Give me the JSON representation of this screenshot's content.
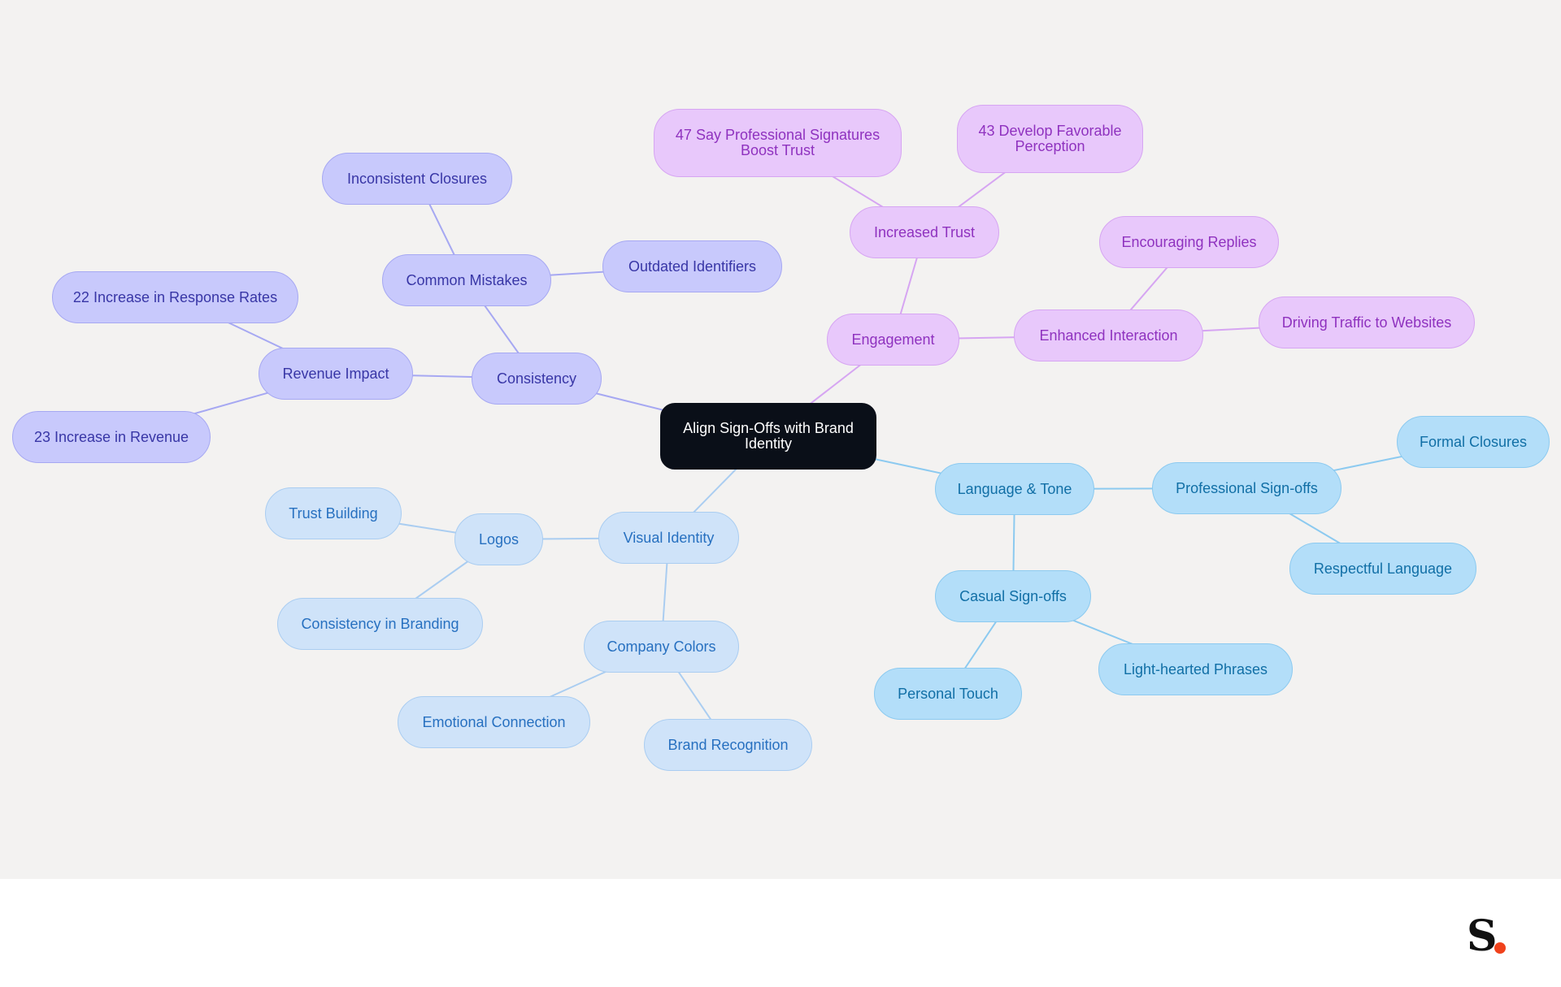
{
  "colors": {
    "background": "#f3f2f1",
    "root": "#0a0f18",
    "indigo_branch": "#a6a8f2",
    "violet_branch": "#d6a5f2",
    "sky_branch": "#8ccaf0",
    "pale_branch": "#aacdf1",
    "logo_dot": "#f0421c"
  },
  "mindmap": {
    "root": {
      "label": "Align Sign-Offs with Brand Identity"
    },
    "nodes": {
      "consistency": {
        "label": "Consistency"
      },
      "common_mistakes": {
        "label": "Common Mistakes"
      },
      "inconsistent_closures": {
        "label": "Inconsistent Closures"
      },
      "outdated_identifiers": {
        "label": "Outdated Identifiers"
      },
      "revenue_impact": {
        "label": "Revenue Impact"
      },
      "response_rates": {
        "label": "22 Increase in Response Rates"
      },
      "increase_revenue": {
        "label": "23 Increase in Revenue"
      },
      "engagement": {
        "label": "Engagement"
      },
      "increased_trust": {
        "label": "Increased Trust"
      },
      "say_professional": {
        "label": "47 Say Professional Signatures Boost Trust"
      },
      "favorable_perception": {
        "label": "43 Develop Favorable Perception"
      },
      "enhanced_interaction": {
        "label": "Enhanced Interaction"
      },
      "encouraging_replies": {
        "label": "Encouraging Replies"
      },
      "driving_traffic": {
        "label": "Driving Traffic to Websites"
      },
      "language_tone": {
        "label": "Language & Tone"
      },
      "professional_signoffs": {
        "label": "Professional Sign-offs"
      },
      "formal_closures": {
        "label": "Formal Closures"
      },
      "respectful_language": {
        "label": "Respectful Language"
      },
      "casual_signoffs": {
        "label": "Casual Sign-offs"
      },
      "personal_touch": {
        "label": "Personal Touch"
      },
      "lighthearted_phrases": {
        "label": "Light-hearted Phrases"
      },
      "visual_identity": {
        "label": "Visual Identity"
      },
      "logos": {
        "label": "Logos"
      },
      "trust_building": {
        "label": "Trust Building"
      },
      "consistency_branding": {
        "label": "Consistency in Branding"
      },
      "company_colors": {
        "label": "Company Colors"
      },
      "emotional_connection": {
        "label": "Emotional Connection"
      },
      "brand_recognition": {
        "label": "Brand Recognition"
      }
    },
    "edges": [
      [
        "root",
        "consistency"
      ],
      [
        "consistency",
        "common_mistakes"
      ],
      [
        "common_mistakes",
        "inconsistent_closures"
      ],
      [
        "common_mistakes",
        "outdated_identifiers"
      ],
      [
        "consistency",
        "revenue_impact"
      ],
      [
        "revenue_impact",
        "response_rates"
      ],
      [
        "revenue_impact",
        "increase_revenue"
      ],
      [
        "root",
        "engagement"
      ],
      [
        "engagement",
        "increased_trust"
      ],
      [
        "increased_trust",
        "say_professional"
      ],
      [
        "increased_trust",
        "favorable_perception"
      ],
      [
        "engagement",
        "enhanced_interaction"
      ],
      [
        "enhanced_interaction",
        "encouraging_replies"
      ],
      [
        "enhanced_interaction",
        "driving_traffic"
      ],
      [
        "root",
        "language_tone"
      ],
      [
        "language_tone",
        "professional_signoffs"
      ],
      [
        "professional_signoffs",
        "formal_closures"
      ],
      [
        "professional_signoffs",
        "respectful_language"
      ],
      [
        "language_tone",
        "casual_signoffs"
      ],
      [
        "casual_signoffs",
        "personal_touch"
      ],
      [
        "casual_signoffs",
        "lighthearted_phrases"
      ],
      [
        "root",
        "visual_identity"
      ],
      [
        "visual_identity",
        "logos"
      ],
      [
        "logos",
        "trust_building"
      ],
      [
        "logos",
        "consistency_branding"
      ],
      [
        "visual_identity",
        "company_colors"
      ],
      [
        "company_colors",
        "emotional_connection"
      ],
      [
        "company_colors",
        "brand_recognition"
      ]
    ]
  },
  "logo": {
    "letter": "S",
    "icon": "brand-logo-icon"
  }
}
